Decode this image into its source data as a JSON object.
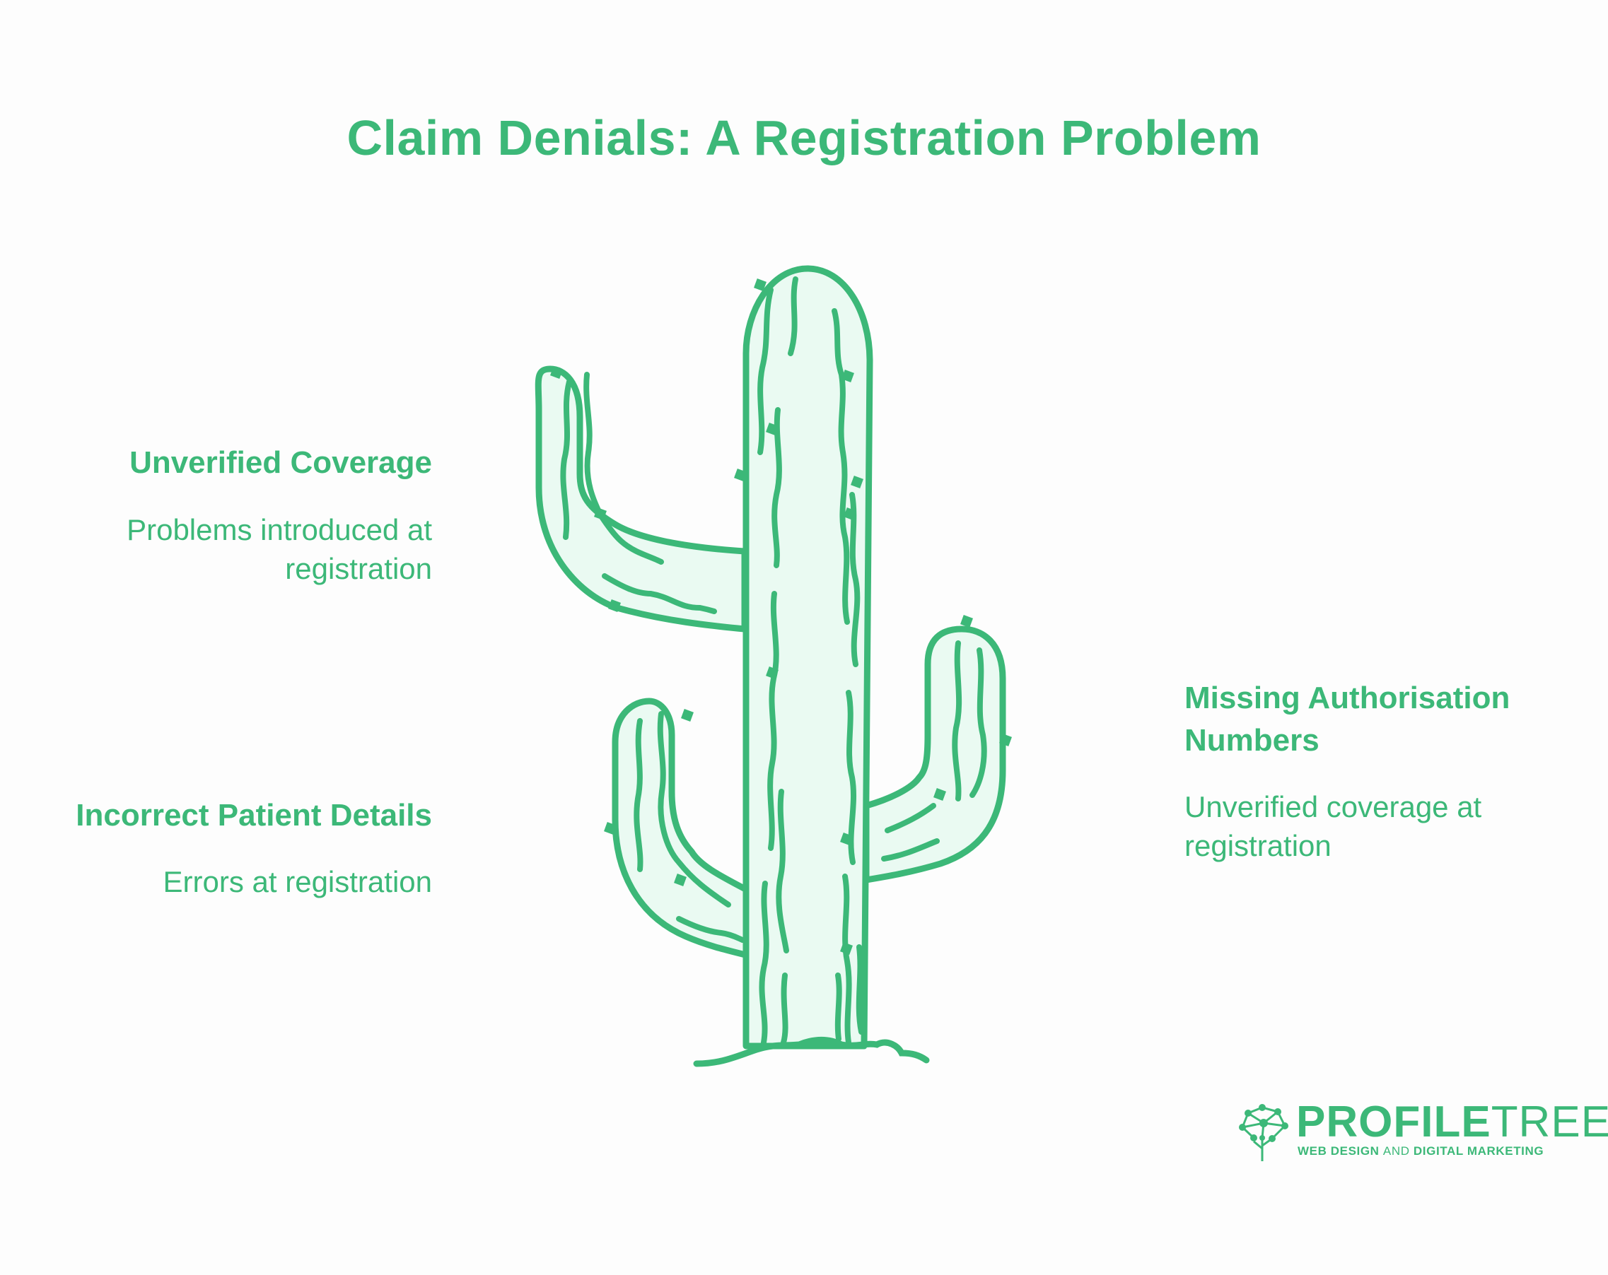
{
  "title": "Claim Denials: A Registration Problem",
  "items": [
    {
      "heading": "Unverified Coverage",
      "description_lines": [
        "Problems introduced at",
        "registration"
      ]
    },
    {
      "heading": "Incorrect Patient Details",
      "description_lines": [
        "Errors at registration"
      ]
    },
    {
      "heading_lines": [
        "Missing Authorisation",
        "Numbers"
      ],
      "description_lines": [
        "Unverified coverage at",
        "registration"
      ]
    }
  ],
  "logo": {
    "word_bold": "PROFILE",
    "word_thin": "TREE",
    "tag_bold_1": "WEB DESIGN",
    "tag_thin": "AND",
    "tag_bold_2": "DIGITAL MARKETING",
    "icon": "tree-network-icon"
  },
  "colors": {
    "accent": "#3cb878",
    "fill": "#eafaf2",
    "background": "#fdfdfd"
  }
}
